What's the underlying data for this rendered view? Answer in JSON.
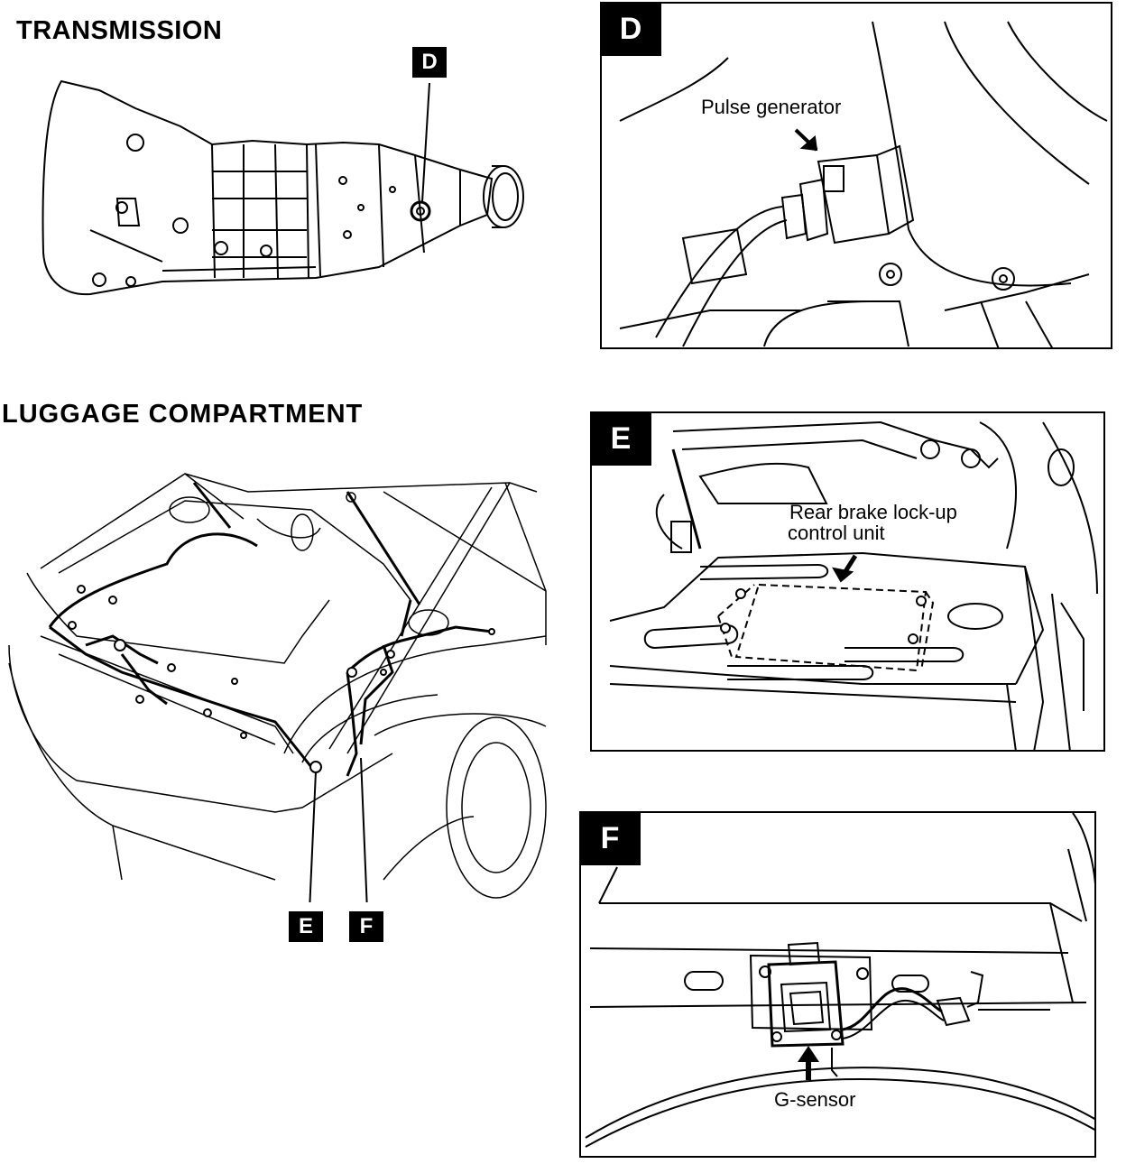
{
  "sections": {
    "transmission": "TRANSMISSION",
    "luggage": "LUGGAGE COMPARTMENT"
  },
  "refs": {
    "d": "D",
    "e": "E",
    "f": "F"
  },
  "panels": {
    "d": {
      "badge": "D",
      "callout": "Pulse generator"
    },
    "e": {
      "badge": "E",
      "callout_line1": "Rear brake lock-up",
      "callout_line2": "control unit"
    },
    "f": {
      "badge": "F",
      "callout": "G-sensor"
    }
  },
  "colors": {
    "ink": "#000000",
    "paper": "#ffffff"
  }
}
